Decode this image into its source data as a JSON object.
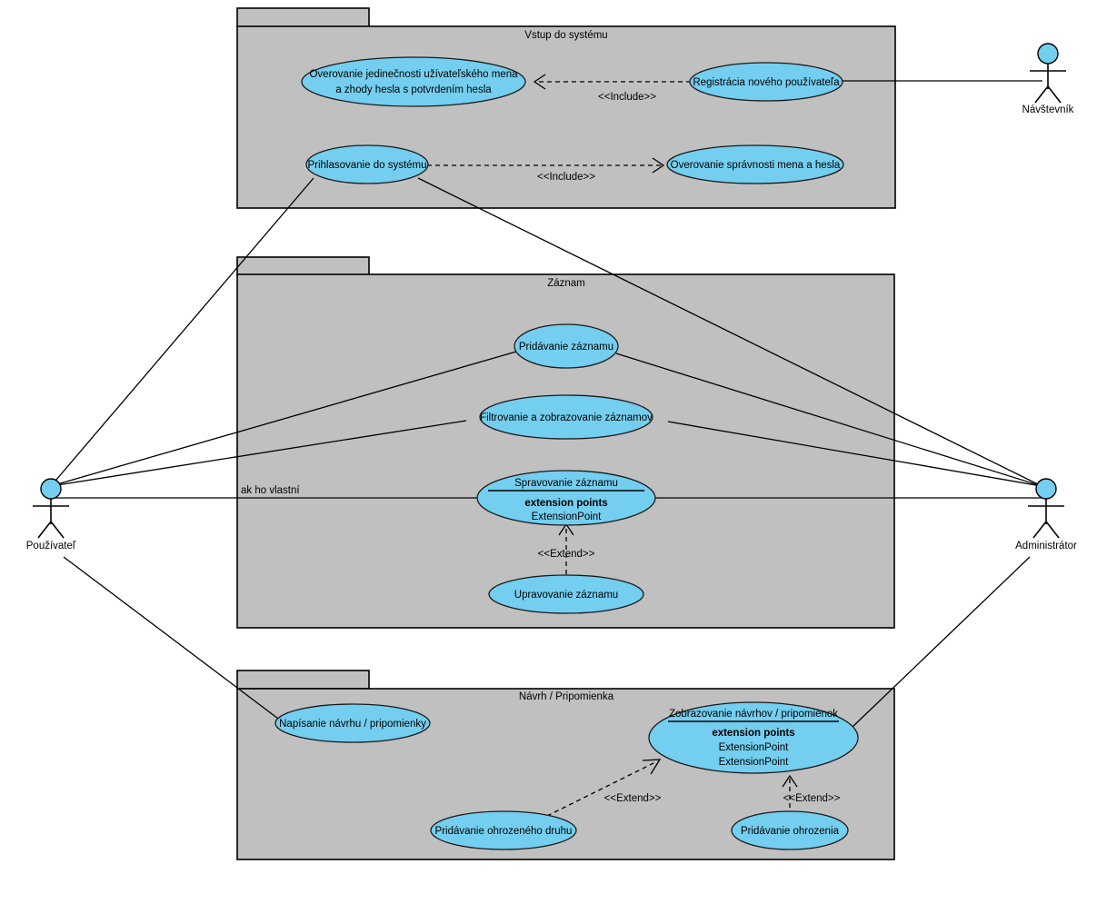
{
  "diagram": {
    "type": "uml-use-case-diagram",
    "background_color": "#ffffff",
    "package_fill": "#c0c0c0",
    "usecase_fill": "#73ceef",
    "line_color": "#000000"
  },
  "actors": [
    {
      "id": "navstevnik",
      "label": "Návštevník"
    },
    {
      "id": "pouzivatel",
      "label": "Používateľ"
    },
    {
      "id": "administrator",
      "label": "Administrátor"
    }
  ],
  "packages": [
    {
      "id": "vstup",
      "title": "Vstup do systému",
      "use_cases": [
        {
          "id": "overovanie-jedinecnosti",
          "line1": "Overovanie jedinečnosti užívateľského mena",
          "line2": "a zhody hesla s potvrdením hesla"
        },
        {
          "id": "registracia",
          "line1": "Registrácia nového používateľa"
        },
        {
          "id": "prihlasovanie",
          "line1": "Prihlasovanie do systému"
        },
        {
          "id": "overovanie-spravnosti",
          "line1": "Overovanie správnosti mena a hesla"
        }
      ]
    },
    {
      "id": "zaznam",
      "title": "Záznam",
      "use_cases": [
        {
          "id": "pridavanie-zaznamu",
          "line1": "Pridávanie záznamu"
        },
        {
          "id": "filtrovanie-zaznamov",
          "line1": "Filtrovanie a zobrazovanie záznamov"
        },
        {
          "id": "spravovanie-zaznamu",
          "line1": "Spravovanie záznamu",
          "extension_header": "extension points",
          "extension_points": [
            "ExtensionPoint"
          ]
        },
        {
          "id": "upravovanie-zaznamu",
          "line1": "Upravovanie záznamu"
        }
      ]
    },
    {
      "id": "navrh",
      "title": "Návrh / Pripomienka",
      "use_cases": [
        {
          "id": "napisanie-navrhu",
          "line1": "Napísanie návrhu / pripomienky"
        },
        {
          "id": "zobrazovanie-navrhov",
          "line1": "Zobrazovanie návrhov / pripomienok",
          "extension_header": "extension points",
          "extension_points": [
            "ExtensionPoint",
            "ExtensionPoint"
          ]
        },
        {
          "id": "pridavanie-ohrozeneho-druhu",
          "line1": "Pridávanie ohrozeného druhu"
        },
        {
          "id": "pridavanie-ohrozenia",
          "line1": "Pridávanie ohrozenia"
        }
      ]
    }
  ],
  "relations": {
    "include_label": "<<Include>>",
    "extend_label": "<<Extend>>",
    "items": [
      {
        "id": "inc-1",
        "kind": "include",
        "from": "registracia",
        "to": "overovanie-jedinecnosti",
        "label": "<<Include>>"
      },
      {
        "id": "inc-2",
        "kind": "include",
        "from": "prihlasovanie",
        "to": "overovanie-spravnosti",
        "label": "<<Include>>"
      },
      {
        "id": "ext-1",
        "kind": "extend",
        "from": "upravovanie-zaznamu",
        "to": "spravovanie-zaznamu",
        "label": "<<Extend>>"
      },
      {
        "id": "ext-2",
        "kind": "extend",
        "from": "pridavanie-ohrozeneho-druhu",
        "to": "zobrazovanie-navrhov",
        "label": "<<Extend>>"
      },
      {
        "id": "ext-3",
        "kind": "extend",
        "from": "pridavanie-ohrozenia",
        "to": "zobrazovanie-navrhov",
        "label": "<<Extend>>"
      }
    ],
    "association_note": "ak ho vlastní"
  }
}
